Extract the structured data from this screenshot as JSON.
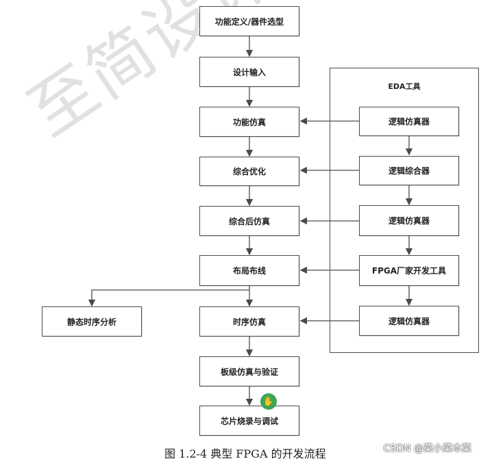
{
  "watermark": "至简设计原理",
  "flow": {
    "define": "功能定义/器件选型",
    "input": "设计输入",
    "func_sim": "功能仿真",
    "synth": "综合优化",
    "post_synth_sim": "综合后仿真",
    "place_route": "布局布线",
    "timing_sim": "时序仿真",
    "board_sim": "板级仿真与验证",
    "burn_debug": "芯片烧录与调试"
  },
  "static_timing": "静态时序分析",
  "eda": {
    "title": "EDA工具",
    "logic_sim_1": "逻辑仿真器",
    "logic_synth": "逻辑综合器",
    "logic_sim_2": "逻辑仿真器",
    "fpga_vendor": "FPGA厂家开发工具",
    "logic_sim_3": "逻辑仿真器"
  },
  "caption": "图 1.2-4 典型 FPGA 的开发流程",
  "credit": "CSDN @菜小菜本菜",
  "colors": {
    "line": "#4a4a4a",
    "cursor": "#3aa655"
  },
  "cursor_icon": "hand-pointer-icon"
}
